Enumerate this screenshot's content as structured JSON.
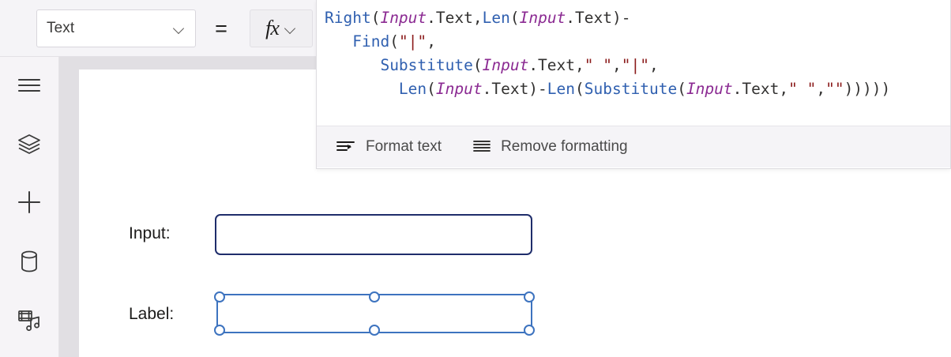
{
  "topbar": {
    "property_select": {
      "value": "Text",
      "icon": "chevron-down-icon"
    },
    "equals": "=",
    "fx_button": {
      "glyph": "fx",
      "icon": "chevron-down-icon"
    }
  },
  "rail": {
    "items": [
      {
        "name": "hamburger-menu",
        "icon": "hamburger-menu-icon"
      },
      {
        "name": "tree-view",
        "icon": "layers-icon"
      },
      {
        "name": "insert",
        "icon": "plus-icon"
      },
      {
        "name": "data",
        "icon": "database-icon"
      },
      {
        "name": "media",
        "icon": "media-icon"
      }
    ]
  },
  "canvas": {
    "input_label": "Input:",
    "output_label": "Label:",
    "text_input_value": "",
    "text_input_border_color": "#1f2d6b",
    "selection_color": "#3d73bf",
    "selected_control": "label-control"
  },
  "formula": {
    "lines": [
      [
        {
          "t": "Right",
          "c": "fn"
        },
        {
          "t": "(",
          "c": "pun"
        },
        {
          "t": "Input",
          "c": "idn"
        },
        {
          "t": ".Text,",
          "c": "pun"
        },
        {
          "t": "Len",
          "c": "fn"
        },
        {
          "t": "(",
          "c": "pun"
        },
        {
          "t": "Input",
          "c": "idn"
        },
        {
          "t": ".Text)-",
          "c": "pun"
        }
      ],
      [
        {
          "t": "   ",
          "c": "pun"
        },
        {
          "t": "Find",
          "c": "fn"
        },
        {
          "t": "(",
          "c": "pun"
        },
        {
          "t": "\"|\"",
          "c": "str"
        },
        {
          "t": ",",
          "c": "pun"
        }
      ],
      [
        {
          "t": "      ",
          "c": "pun"
        },
        {
          "t": "Substitute",
          "c": "fn"
        },
        {
          "t": "(",
          "c": "pun"
        },
        {
          "t": "Input",
          "c": "idn"
        },
        {
          "t": ".Text,",
          "c": "pun"
        },
        {
          "t": "\" \"",
          "c": "str"
        },
        {
          "t": ",",
          "c": "pun"
        },
        {
          "t": "\"|\"",
          "c": "str"
        },
        {
          "t": ",",
          "c": "pun"
        }
      ],
      [
        {
          "t": "        ",
          "c": "pun"
        },
        {
          "t": "Len",
          "c": "fn"
        },
        {
          "t": "(",
          "c": "pun"
        },
        {
          "t": "Input",
          "c": "idn"
        },
        {
          "t": ".Text)-",
          "c": "pun"
        },
        {
          "t": "Len",
          "c": "fn"
        },
        {
          "t": "(",
          "c": "pun"
        },
        {
          "t": "Substitute",
          "c": "fn"
        },
        {
          "t": "(",
          "c": "pun"
        },
        {
          "t": "Input",
          "c": "idn"
        },
        {
          "t": ".Text,",
          "c": "pun"
        },
        {
          "t": "\" \"",
          "c": "str"
        },
        {
          "t": ",",
          "c": "pun"
        },
        {
          "t": "\"\"",
          "c": "str"
        },
        {
          "t": ")))))",
          "c": "pun"
        }
      ]
    ],
    "plain_text": "Right(Input.Text,Len(Input.Text)-\n   Find(\"|\",\n      Substitute(Input.Text,\" \",\"|\",\n        Len(Input.Text)-Len(Substitute(Input.Text,\" \",\"\")))))",
    "footer": {
      "format_text_label": "Format text",
      "format_text_icon": "format-text-icon",
      "remove_formatting_label": "Remove formatting",
      "remove_formatting_icon": "remove-formatting-icon"
    }
  },
  "colors": {
    "function": "#3060b0",
    "identifier": "#8b2a92",
    "string": "#8b1b1b",
    "punctuation": "#323130",
    "chrome": "#f5f4f7",
    "workspace": "#e1dfe3"
  }
}
